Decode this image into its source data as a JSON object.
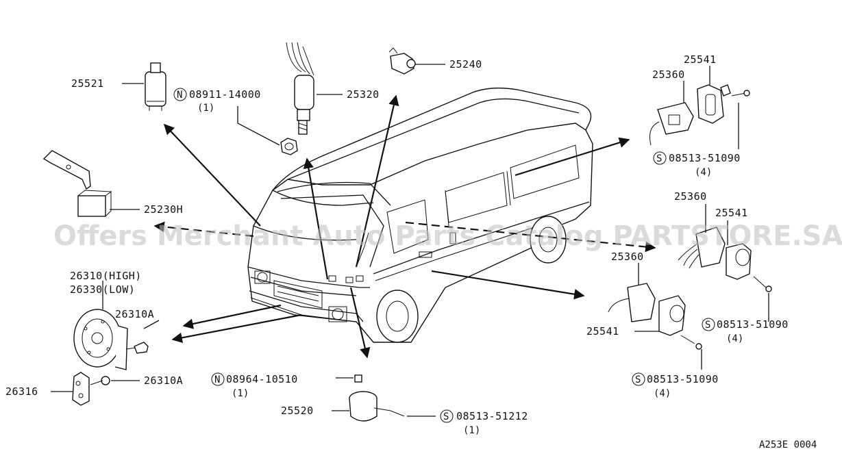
{
  "diagram": {
    "watermark": "Offers Merchant Auto Parts Catalog PARTSTORE.SA",
    "drawing_code": "A253E 0004",
    "labels": {
      "p25521": "25521",
      "p08911": "08911-14000",
      "p08911_qty": "(1)",
      "p25320": "25320",
      "p25240": "25240",
      "p25541_top": "25541",
      "p25360_top": "25360",
      "p08513_top": "08513-51090",
      "p08513_top_qty": "(4)",
      "p25230h": "25230H",
      "p25360_mid": "25360",
      "p25541_mid": "25541",
      "p26310_high": "26310(HIGH)",
      "p26330_low": "26330(LOW)",
      "p26310a_a": "26310A",
      "p26310a_b": "26310A",
      "p26316": "26316",
      "p25360_low": "25360",
      "p08513_mid": "08513-51090",
      "p08513_mid_qty": "(4)",
      "p25541_low": "25541",
      "p08513_low": "08513-51090",
      "p08513_low_qty": "(4)",
      "p08964": "08964-10510",
      "p08964_qty": "(1)",
      "p25520": "25520",
      "p08513_212": "08513-51212",
      "p08513_212_qty": "(1)"
    },
    "badges": {
      "n": "N",
      "s": "S"
    }
  }
}
